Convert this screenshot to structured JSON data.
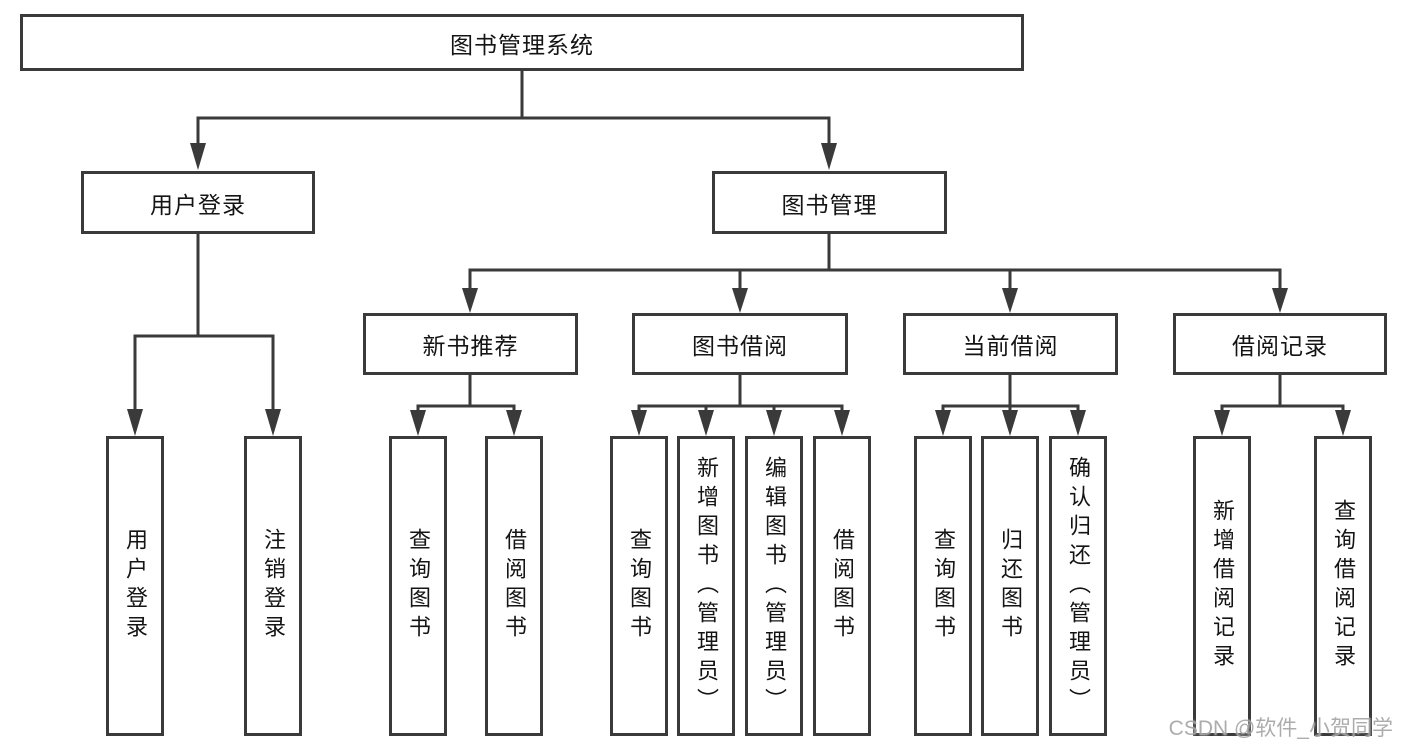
{
  "root": {
    "label": "图书管理系统"
  },
  "branches": {
    "user_login": {
      "label": "用户登录",
      "children": {
        "login": "用户登录",
        "logout": "注销登录"
      }
    },
    "book_mgmt": {
      "label": "图书管理",
      "groups": {
        "new_books": {
          "label": "新书推荐",
          "children": {
            "query": "查询图书",
            "borrow": "借阅图书"
          }
        },
        "borrowing": {
          "label": "图书借阅",
          "children": {
            "query": "查询图书",
            "add": "新增图书（管理员）",
            "edit": "编辑图书（管理员）",
            "borrow": "借阅图书"
          }
        },
        "current": {
          "label": "当前借阅",
          "children": {
            "query": "查询图书",
            "return": "归还图书",
            "confirm": "确认归还（管理员）"
          }
        },
        "records": {
          "label": "借阅记录",
          "children": {
            "add": "新增借阅记录",
            "query": "查询借阅记录"
          }
        }
      }
    }
  },
  "watermark": "CSDN @软件_小贺同学",
  "colors": {
    "line": "#3a3a3a",
    "text": "#141414",
    "background": "#ffffff",
    "watermark": "#9e9e9e"
  }
}
